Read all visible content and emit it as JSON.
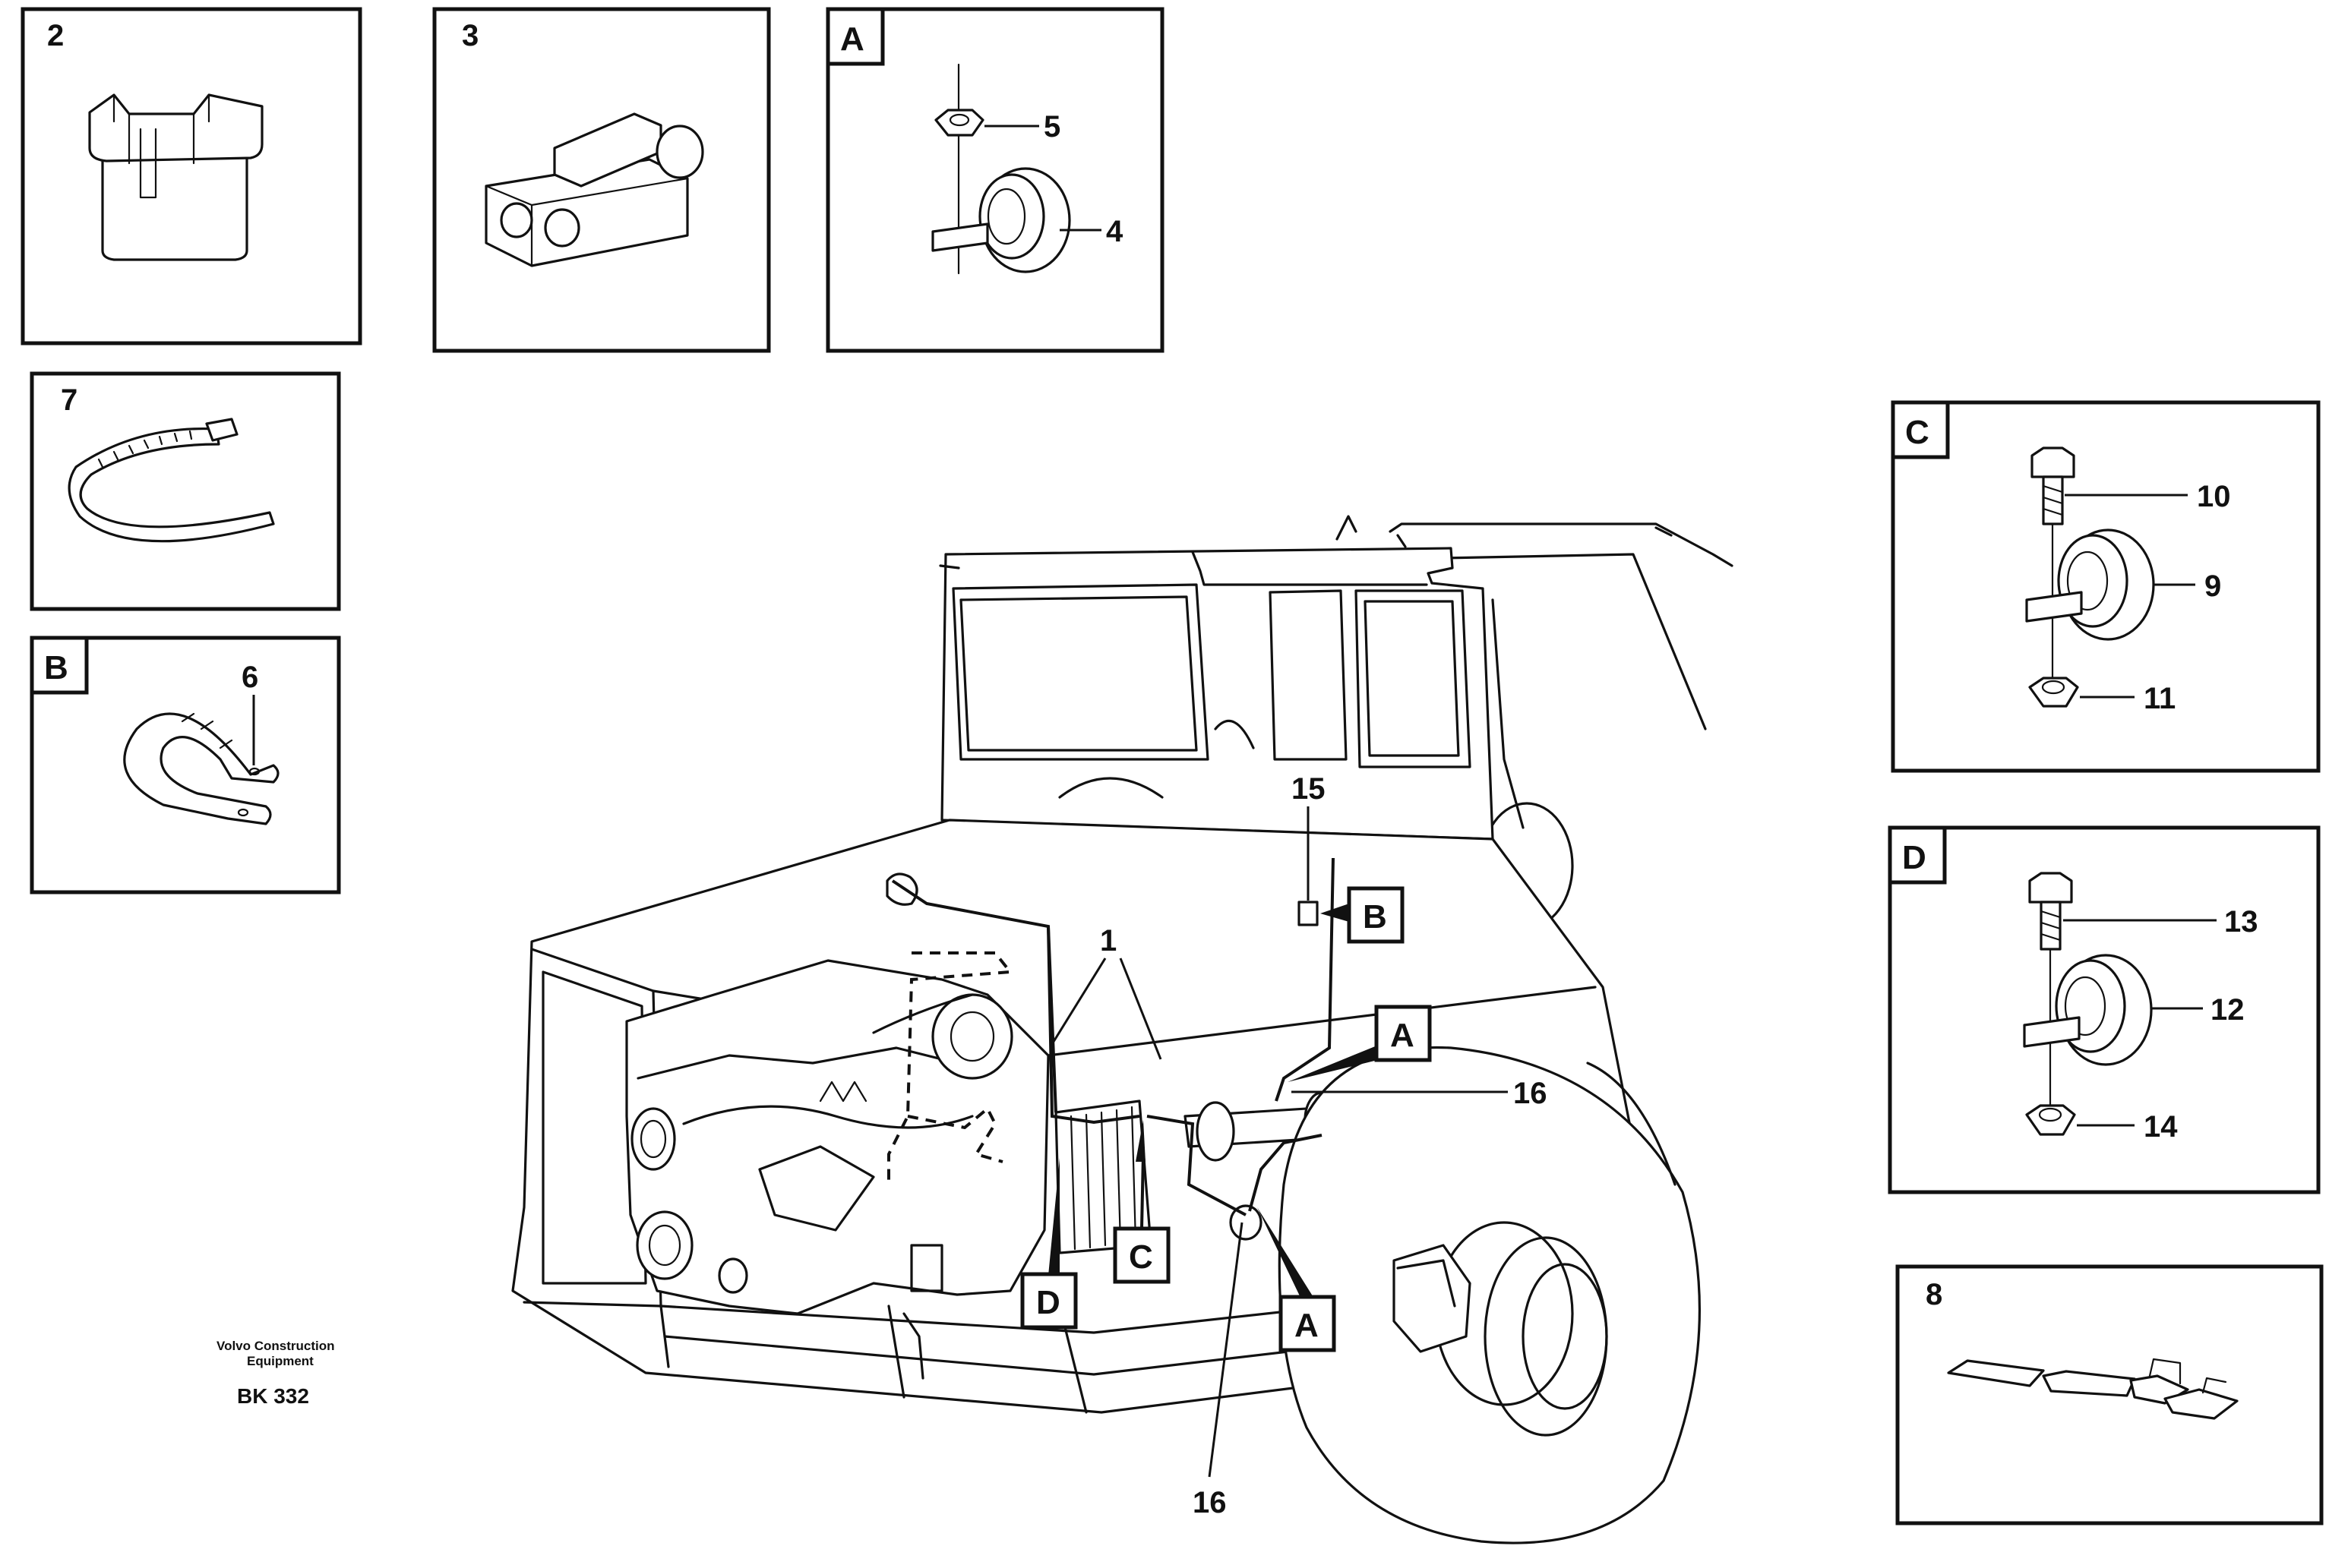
{
  "diagram": {
    "panels": [
      {
        "id": "2",
        "label": "2"
      },
      {
        "id": "3",
        "label": "3"
      },
      {
        "id": "A",
        "label": "A",
        "callouts": [
          "5",
          "4"
        ]
      },
      {
        "id": "7",
        "label": "7"
      },
      {
        "id": "B",
        "label": "B",
        "callouts": [
          "6"
        ]
      },
      {
        "id": "C",
        "label": "C",
        "callouts": [
          "10",
          "9",
          "11"
        ]
      },
      {
        "id": "D",
        "label": "D",
        "callouts": [
          "13",
          "12",
          "14"
        ]
      },
      {
        "id": "8",
        "label": "8"
      }
    ],
    "main_callouts": {
      "c1": "1",
      "c15": "15",
      "c16_upper": "16",
      "c16_lower": "16"
    },
    "main_tags": {
      "tag_b": "B",
      "tag_a_upper": "A",
      "tag_a_lower": "A",
      "tag_c": "C",
      "tag_d": "D"
    },
    "footer": {
      "maker_line1": "Volvo Construction",
      "maker_line2": "Equipment",
      "code": "BK 332"
    }
  }
}
